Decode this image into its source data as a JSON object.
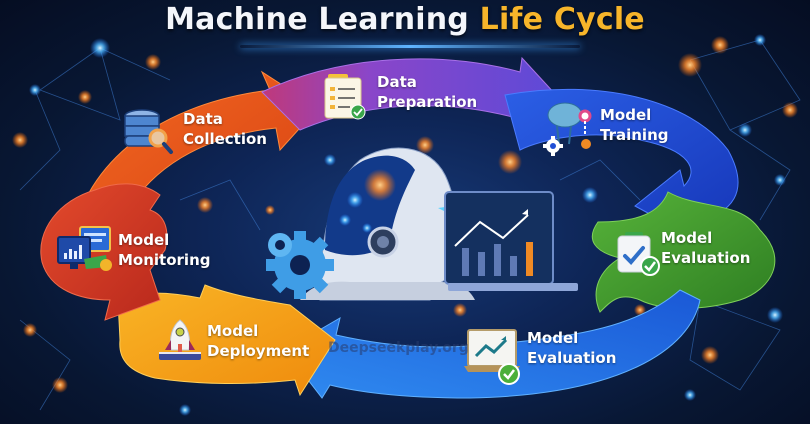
{
  "title": {
    "part1": "Machine Learning ",
    "part2": "Life Cycle"
  },
  "stages": [
    {
      "id": "data-collection",
      "line1": "Data",
      "line2": "Collection",
      "color": "#e8511f",
      "icon": "database-magnifier-icon"
    },
    {
      "id": "data-preparation",
      "line1": "Data",
      "line2": "Preparation",
      "color": "#7a45c7",
      "icon": "clipboard-check-icon"
    },
    {
      "id": "model-training",
      "line1": "Model",
      "line2": "Training",
      "color": "#1f4fd6",
      "icon": "brain-gear-icon"
    },
    {
      "id": "model-evaluation-1",
      "line1": "Model",
      "line2": "Evaluation",
      "color": "#3f9a2c",
      "icon": "checklist-icon"
    },
    {
      "id": "model-evaluation-2",
      "line1": "Model",
      "line2": "Evaluation",
      "color": "#1e6ee0",
      "icon": "laptop-chart-check-icon"
    },
    {
      "id": "model-deployment",
      "line1": "Model",
      "line2": "Deployment",
      "color": "#f5a312",
      "icon": "rocket-laptop-icon"
    },
    {
      "id": "model-monitoring",
      "line1": "Model",
      "line2": "Monitoring",
      "color": "#d63b25",
      "icon": "monitor-dashboard-icon"
    }
  ],
  "watermark": "Deepseekplay.org",
  "colors": {
    "background": "#0a1638",
    "title_text": "#f4f6fb",
    "title_highlight": "#f7b52a"
  }
}
